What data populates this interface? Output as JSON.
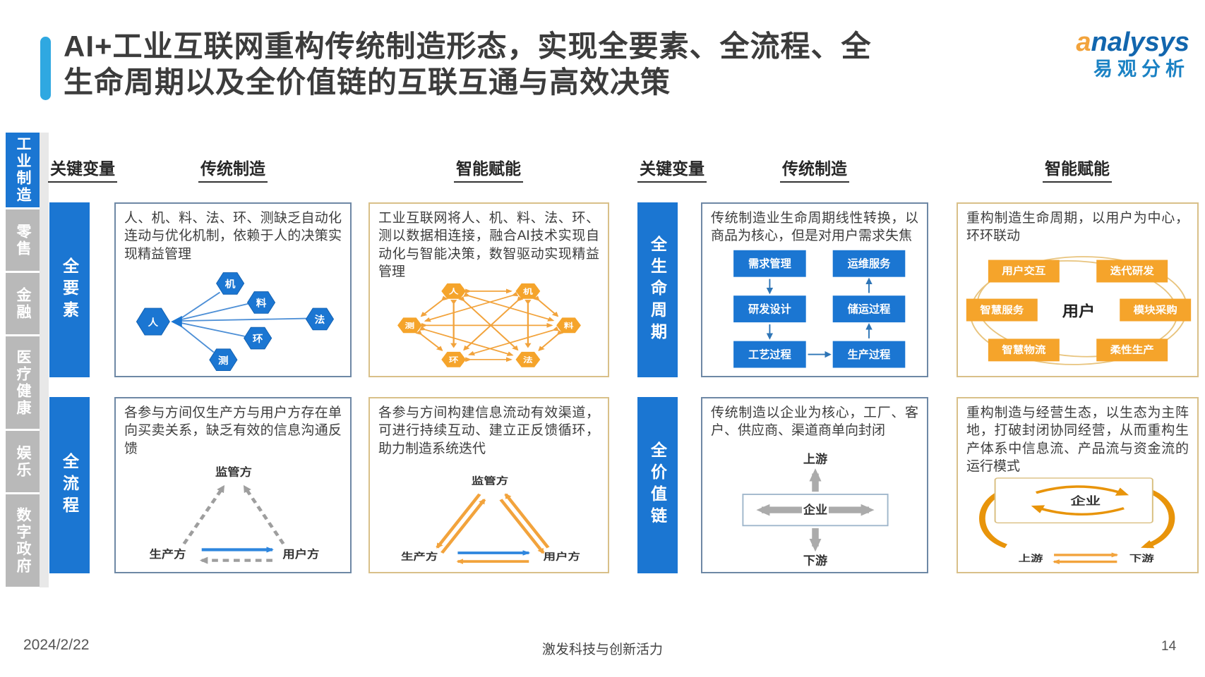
{
  "header": {
    "title_line1": "AI+工业互联网重构传统制造形态，实现全要素、全流程、全",
    "title_line2": "生命周期以及全价值链的互联互通与高效决策"
  },
  "logo": {
    "brand_a": "a",
    "brand_rest": "nalysys",
    "brand_cn": "易观分析"
  },
  "sidebar": {
    "items": [
      {
        "label": "工业制造",
        "active": true
      },
      {
        "label": "零售",
        "active": false
      },
      {
        "label": "金融",
        "active": false
      },
      {
        "label": "医疗健康",
        "active": false
      },
      {
        "label": "娱乐",
        "active": false
      },
      {
        "label": "数字政府",
        "active": false
      }
    ]
  },
  "columns": {
    "key_variable": "关键变量",
    "traditional": "传统制造",
    "smart": "智能赋能"
  },
  "rows": {
    "factors": {
      "label": "全要素",
      "traditional_text": "人、机、料、法、环、测缺乏自动化连动与优化机制，依赖于人的决策实现精益管理",
      "smart_text": "工业互联网将人、机、料、法、环、测以数据相连接，融合AI技术实现自动化与智能决策，数智驱动实现精益管理",
      "elements": [
        "人",
        "机",
        "料",
        "法",
        "环",
        "测"
      ]
    },
    "process": {
      "label": "全流程",
      "traditional_text": "各参与方间仅生产方与用户方存在单向买卖关系，缺乏有效的信息沟通反馈",
      "smart_text": "各参与方间构建信息流动有效渠道，可进行持续互动、建立正反馈循环，助力制造系统迭代",
      "regulator": "监管方",
      "producer": "生产方",
      "user": "用户方"
    },
    "lifecycle": {
      "label": "全生命周期",
      "traditional_text": "传统制造业生命周期线性转换，以商品为核心，但是对用户需求失焦",
      "smart_text": "重构制造生命周期，以用户为中心，环环联动",
      "flow": [
        "需求管理",
        "研发设计",
        "工艺过程",
        "生产过程",
        "储运过程",
        "运维服务"
      ],
      "center": "用户",
      "orbit": [
        "用户交互",
        "迭代研发",
        "智慧服务",
        "模块采购",
        "智慧物流",
        "柔性生产"
      ]
    },
    "valuechain": {
      "label": "全价值链",
      "traditional_text": "传统制造以企业为核心，工厂、客户、供应商、渠道商单向封闭",
      "smart_text": "重构制造与经营生态，以生态为主阵地，打破封闭协同经营，从而重构生产体系中信息流、产品流与资金流的运行模式",
      "enterprise": "企业",
      "upstream": "上游",
      "downstream": "下游"
    }
  },
  "footer": {
    "date": "2024/2/22",
    "center": "激发科技与创新活力",
    "page": "14"
  },
  "colors": {
    "primary_blue": "#1B76D2",
    "accent_orange": "#F2A33C",
    "sidebar_gray": "#B9B9B9",
    "light_accent": "#2FA8E1"
  }
}
